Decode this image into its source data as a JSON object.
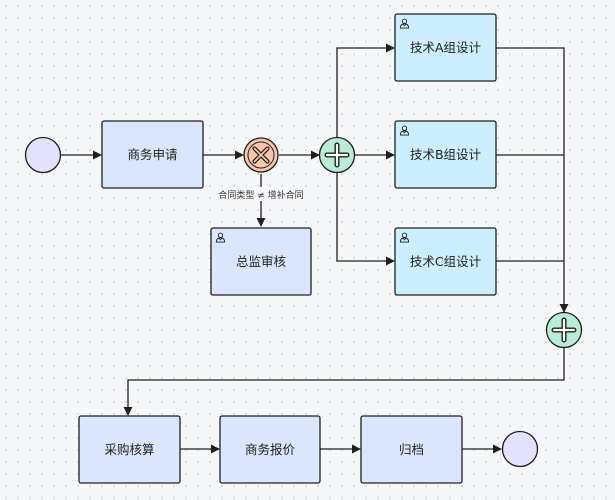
{
  "diagram": {
    "tasks": {
      "business_apply": "商务申请",
      "director_review": "总监审核",
      "tech_a": "技术A组设计",
      "tech_b": "技术B组设计",
      "tech_c": "技术C组设计",
      "procurement": "采购核算",
      "business_quote": "商务报价",
      "archive": "归档"
    },
    "condition_label": "合同类型 ≠ 增补合同",
    "colors": {
      "task_blue_fill": "#dbe5fb",
      "task_cyan_fill": "#cdeefc",
      "task_stroke": "#1f1f1f",
      "start_end_fill": "#e3e1fb",
      "exclusive_gateway_fill": "#f7c6ad",
      "parallel_gateway_fill": "#b8ecd6",
      "line": "#1f1f1f"
    },
    "icons": {
      "user_task": "user-icon",
      "exclusive_gateway": "x-icon",
      "parallel_gateway": "plus-icon"
    }
  }
}
